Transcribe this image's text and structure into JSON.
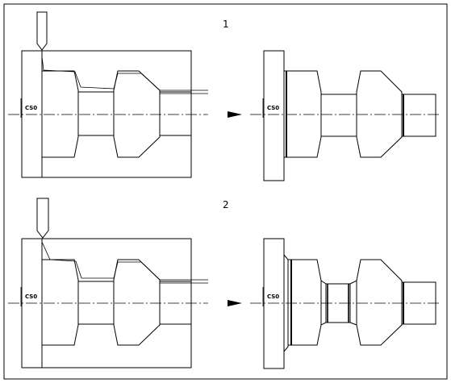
{
  "diagram": {
    "steps": [
      {
        "number": "1",
        "coord_label": "CS0"
      },
      {
        "number": "2",
        "coord_label": "CS0"
      }
    ],
    "colors": {
      "line": "#000000",
      "background": "#ffffff"
    }
  }
}
